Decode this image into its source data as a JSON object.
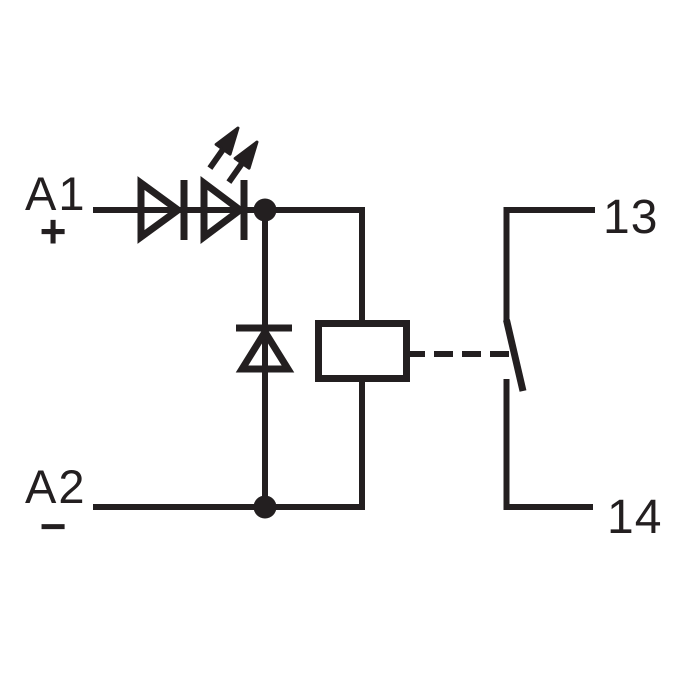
{
  "schematic": {
    "terminals": {
      "a1": {
        "label": "A1",
        "polarity": "+"
      },
      "a2": {
        "label": "A2",
        "polarity": "−"
      },
      "contact_top": {
        "label": "13"
      },
      "contact_bottom": {
        "label": "14"
      }
    },
    "components": {
      "series_diode": "diode",
      "led": "led-indicator",
      "suppression_diode": "freewheeling-diode",
      "relay_coil": "relay-coil",
      "contact": "normally-open-contact"
    },
    "colors": {
      "line": "#231f20",
      "background": "#ffffff"
    }
  }
}
